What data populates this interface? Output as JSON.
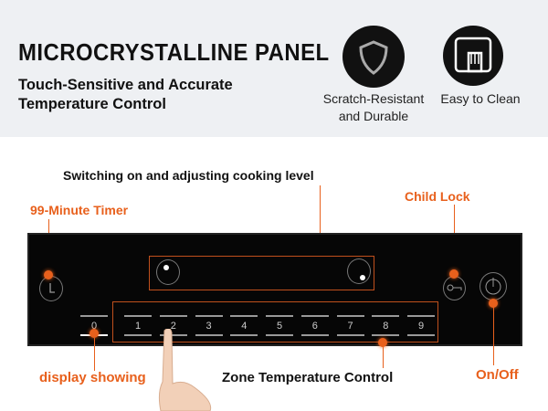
{
  "header": {
    "title": "MICROCRYSTALLINE PANEL",
    "subtitle_line1": "Touch-Sensitive and Accurate",
    "subtitle_line2": "Temperature Control"
  },
  "features": [
    {
      "icon": "shield-icon",
      "line1": "Scratch-Resistant",
      "line2": "and Durable"
    },
    {
      "icon": "hand-wipe-icon",
      "line1": "Easy to Clean"
    }
  ],
  "callouts": {
    "switching": "Switching on and adjusting cooking level",
    "timer": "99-Minute Timer",
    "child_lock": "Child Lock",
    "display": "display showing",
    "zone": "Zone Temperature Control",
    "onoff": "On/Off"
  },
  "panel": {
    "display_value": "0",
    "levels": [
      "1",
      "2",
      "3",
      "4",
      "5",
      "6",
      "7",
      "8",
      "9"
    ]
  },
  "colors": {
    "accent": "#e8601c",
    "panel": "#060606",
    "header_bg": "#eef0f3"
  }
}
